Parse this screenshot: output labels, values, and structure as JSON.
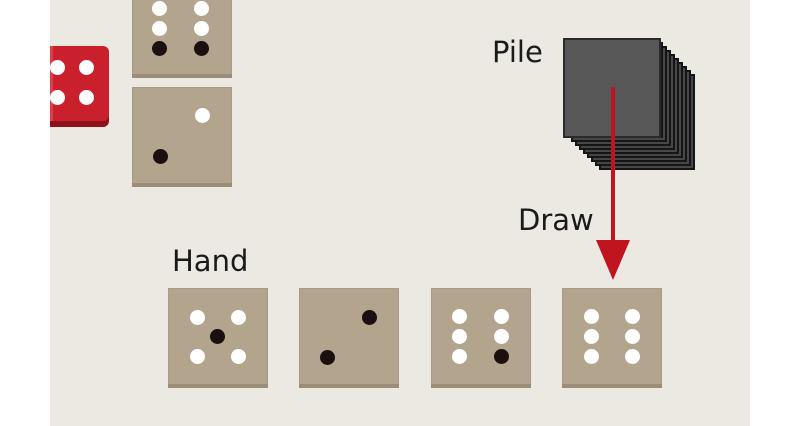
{
  "labels": {
    "pile": "Pile",
    "draw": "Draw",
    "hand": "Hand"
  },
  "colors": {
    "board": "#ece9e3",
    "tile": "#b3a58d",
    "red_die": "#c9202c",
    "pile": "#575757",
    "arrow": "#c0151f"
  },
  "board_tiles": [
    {
      "name": "board-tile-top",
      "pips_shown": 6,
      "partially_visible": true
    },
    {
      "name": "board-tile-middle",
      "pips_shown": 2
    }
  ],
  "red_die": {
    "pips_shown": 4,
    "partially_visible": true
  },
  "hand": [
    {
      "pips": 5
    },
    {
      "pips": 2
    },
    {
      "pips": 6
    },
    {
      "pips": 6
    }
  ]
}
